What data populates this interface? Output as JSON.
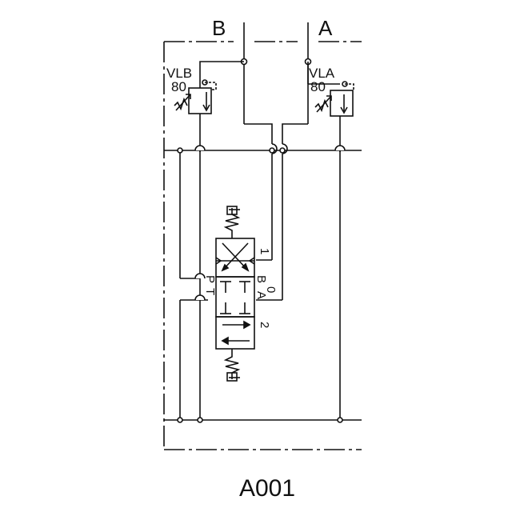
{
  "ports": {
    "b_label": "B",
    "a_label": "A"
  },
  "relief_valve_b": {
    "name": "VLB",
    "setting": "80"
  },
  "relief_valve_a": {
    "name": "VLA",
    "setting": "80"
  },
  "directional_valve": {
    "port_p": "P",
    "port_t": "T",
    "port_b": "B",
    "port_a": "A",
    "position_1": "1",
    "position_0": "0",
    "position_2": "2"
  },
  "block_id": "A001",
  "colors": {
    "line": "#111111",
    "background": "#ffffff"
  }
}
